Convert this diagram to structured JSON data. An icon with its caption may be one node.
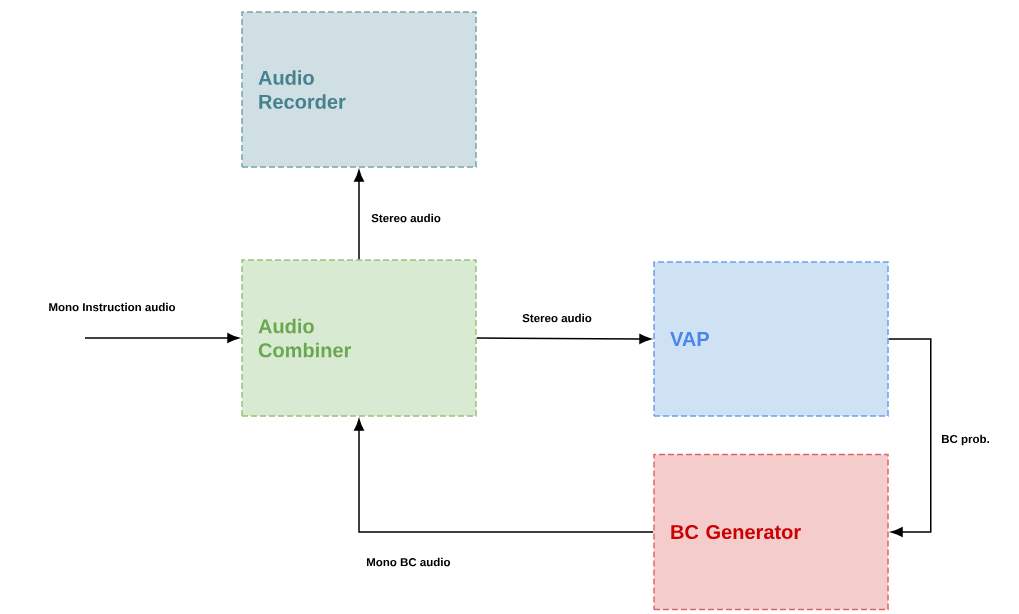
{
  "diagram": {
    "nodes": [
      {
        "text": [
          "Audio Recorder"
        ]
      },
      {
        "text": [
          "Audio Combiner"
        ]
      },
      {
        "text": [
          "VAP"
        ]
      },
      {
        "text": [
          "BC Generator"
        ]
      }
    ],
    "edges": [
      {
        "from": null,
        "to": 1,
        "arrow": "to",
        "label": "Mono Instruction audio"
      },
      {
        "from": 1,
        "to": 0,
        "arrow": "to",
        "label": "Stereo audio"
      },
      {
        "from": 1,
        "to": 2,
        "arrow": "to",
        "label": "Stereo audio"
      },
      {
        "from": 2,
        "to": 3,
        "arrow": "to",
        "label": "BC prob."
      },
      {
        "from": 3,
        "to": 1,
        "arrow": "to",
        "label": "Mono BC audio"
      }
    ]
  }
}
